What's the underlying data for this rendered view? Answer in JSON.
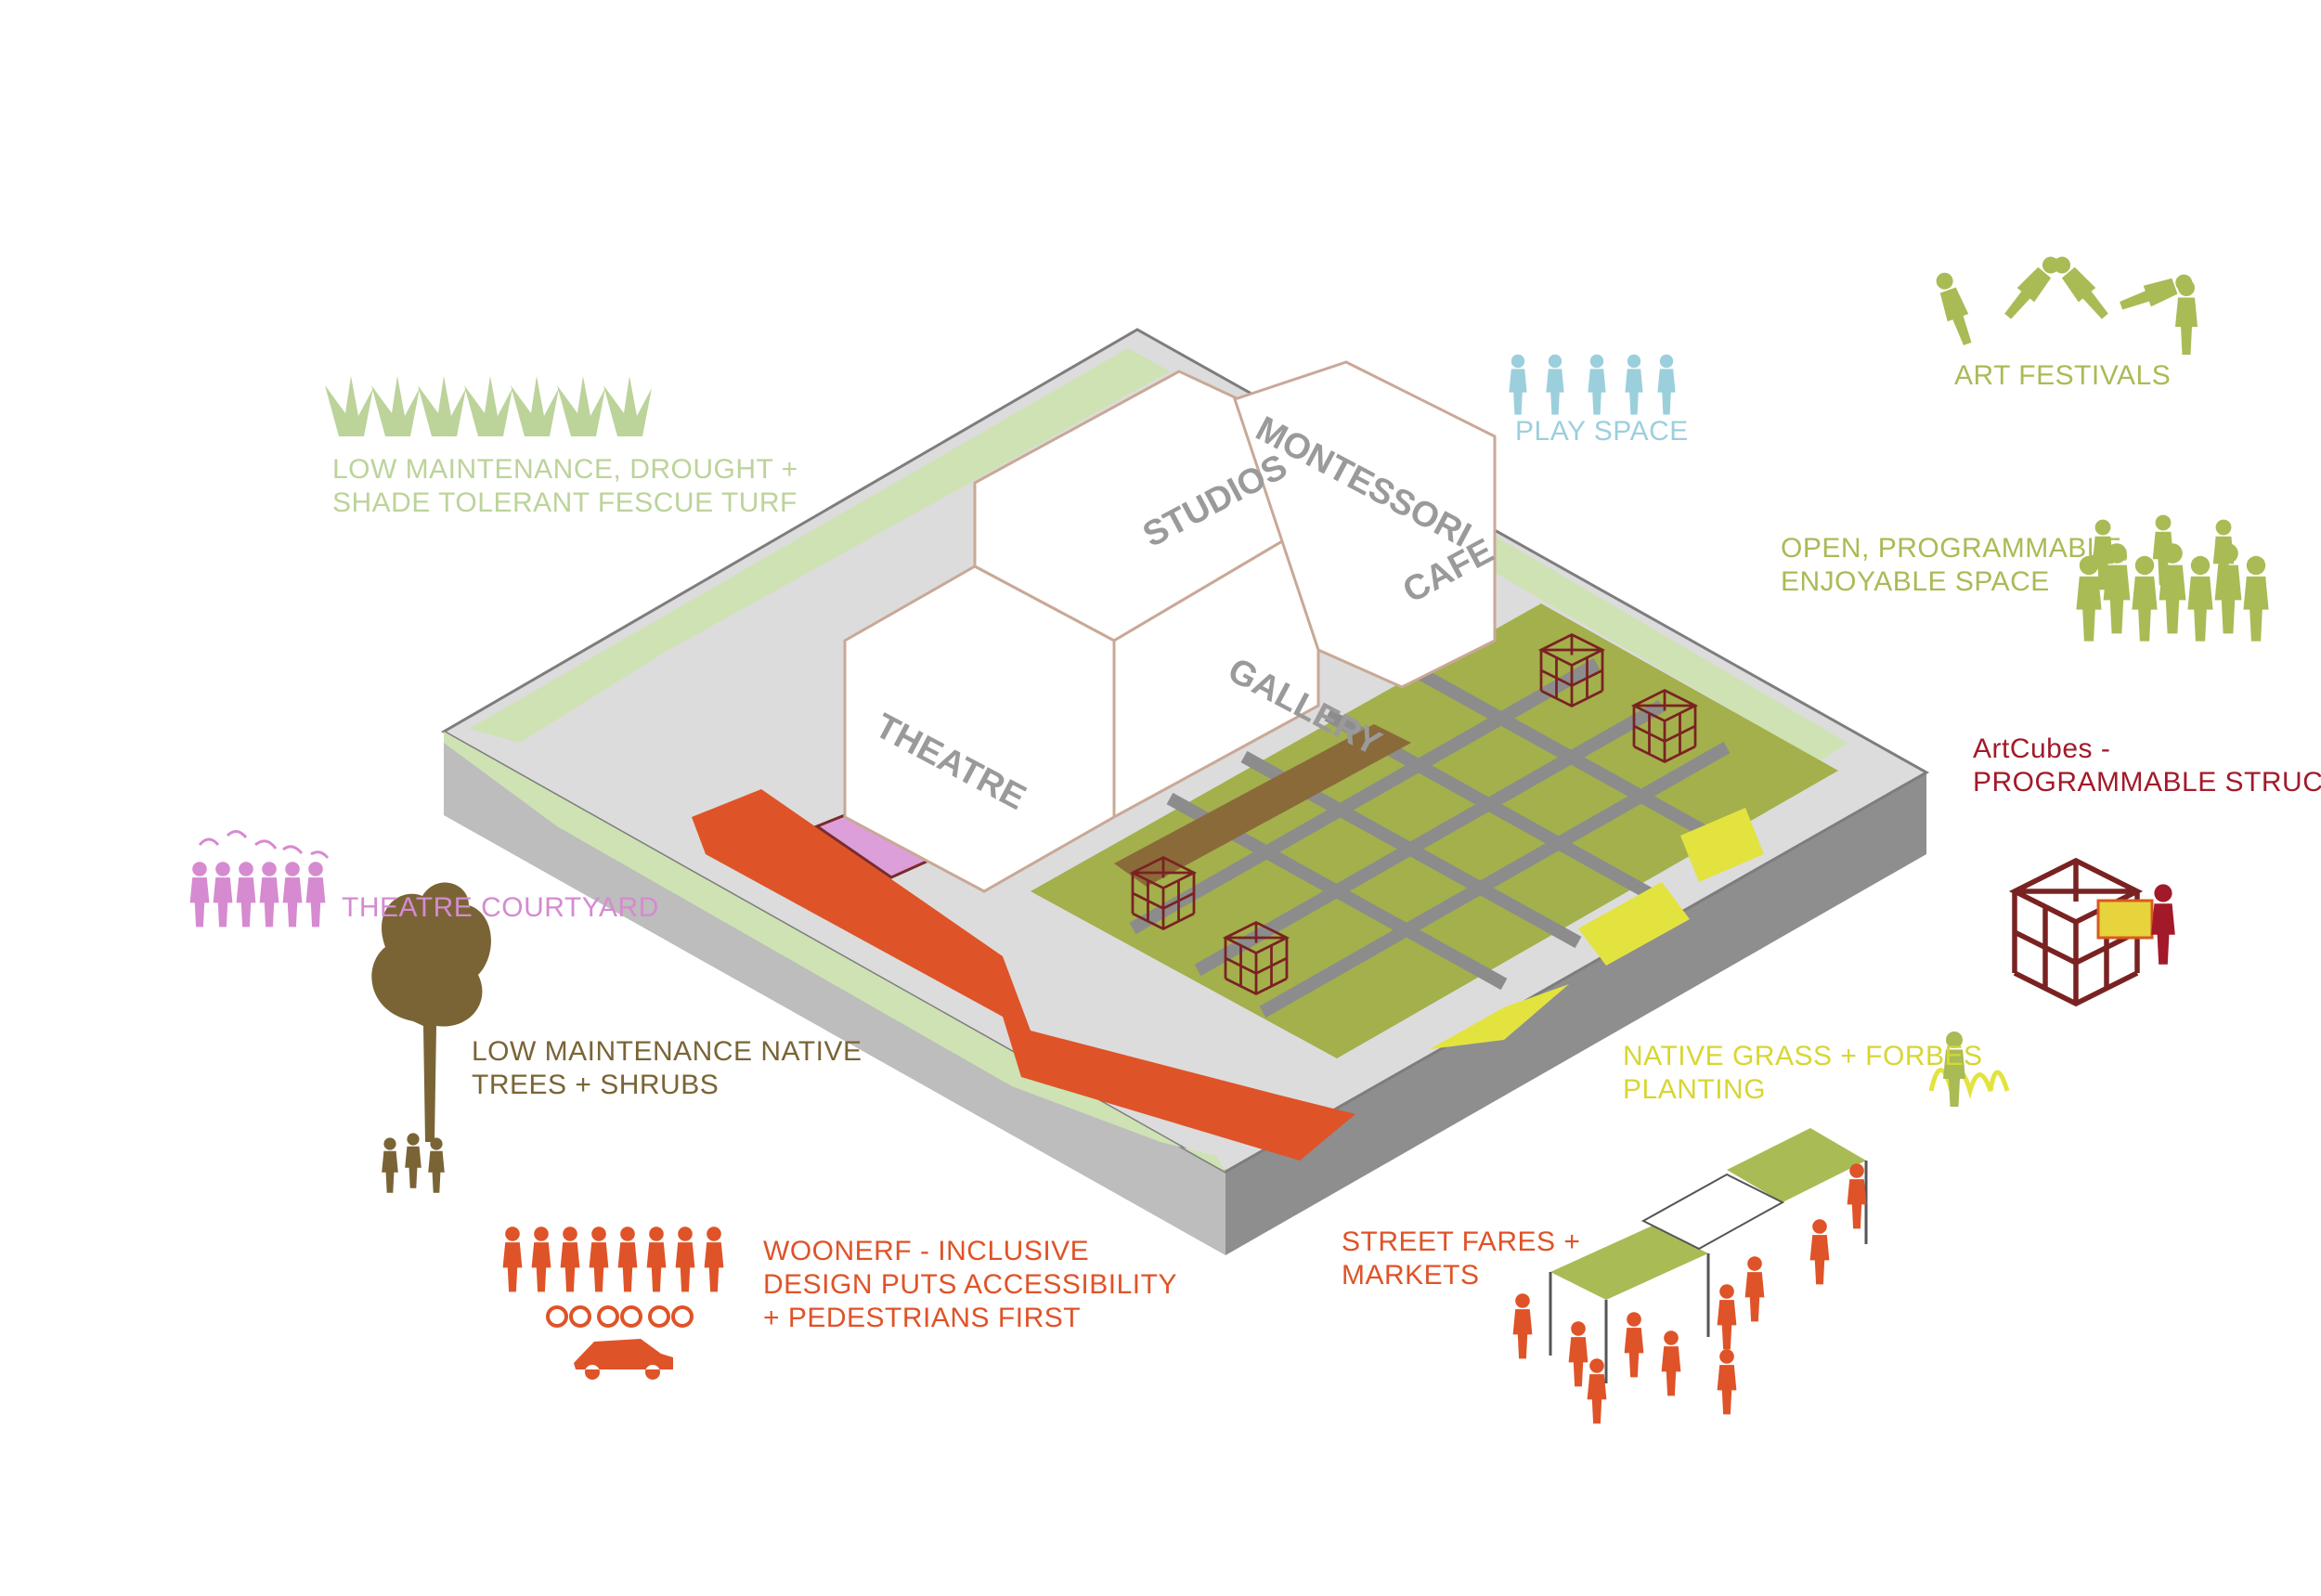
{
  "colors": {
    "turf": "#bcd39a",
    "play": "#9ccfdc",
    "art": "#a9bb55",
    "artcubes": "#a21a2a",
    "theatre": "#d68ad0",
    "trees": "#7a6436",
    "native_grass": "#d7d634",
    "woonerf": "#df5328",
    "markets": "#df5328",
    "plaza": "#a3b04c",
    "paving": "#8c8c8c"
  },
  "building": {
    "labels": [
      "STUDIOS",
      "MONTESSORI",
      "CAFE",
      "GALLERY",
      "THEATRE"
    ]
  },
  "labels": {
    "turf": [
      "LOW MAINTENANCE, DROUGHT +",
      "SHADE TOLERANT FESCUE TURF"
    ],
    "play": [
      "PLAY SPACE"
    ],
    "art_festivals": [
      "ART FESTIVALS"
    ],
    "open_space": [
      "OPEN, PROGRAMMABLE,",
      "ENJOYABLE SPACE"
    ],
    "artcubes": [
      "ArtCubes -",
      "PROGRAMMABLE STRUCTURES"
    ],
    "theatre_courtyard": [
      "THEATRE COURTYARD"
    ],
    "trees": [
      "LOW MAINTENANCE NATIVE",
      "TREES + SHRUBS"
    ],
    "native_grass": [
      "NATIVE GRASS + FORBES",
      "PLANTING"
    ],
    "woonerf": [
      "WOONERF - INCLUSIVE",
      "DESIGN PUTS ACCESSIBILITY",
      "+ PEDESTRIANS FIRST"
    ],
    "markets": [
      "STREET FARES +",
      "MARKETS"
    ]
  },
  "icons": [
    "grass-tuft-icon",
    "children-playing-icon",
    "dancers-icon",
    "crowd-icon",
    "artcube-icon",
    "singers-icon",
    "tree-icon",
    "native-grass-icon",
    "pedestrians-cyclists-icon",
    "car-icon",
    "market-tents-icon"
  ]
}
